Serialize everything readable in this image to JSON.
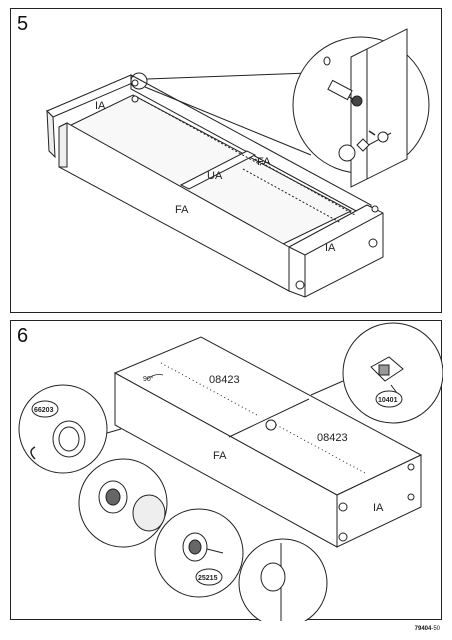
{
  "step5": {
    "number": "5",
    "labels": {
      "ia_left": "IA",
      "fa_top": "FA",
      "ua": "UA",
      "fa_front": "FA",
      "ia_right": "IA"
    }
  },
  "step6": {
    "number": "6",
    "labels": {
      "angle": "90°",
      "board_left": "08423",
      "board_right": "08423",
      "fa": "FA",
      "ia": "IA",
      "part_66203": "66203",
      "part_10401": "10401",
      "part_25215": "25215"
    }
  },
  "footer": {
    "code": "79404",
    "suffix": "-50"
  }
}
